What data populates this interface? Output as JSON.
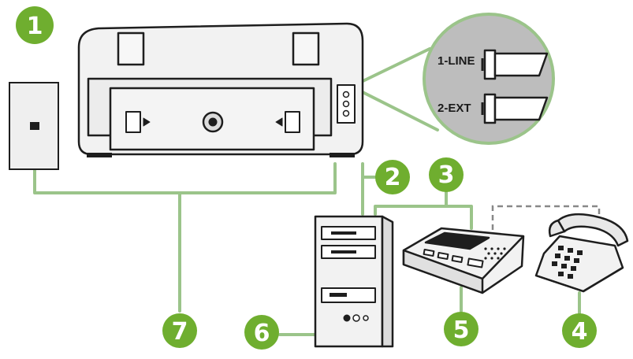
{
  "callouts": [
    {
      "id": "1",
      "label": "1"
    },
    {
      "id": "2",
      "label": "2"
    },
    {
      "id": "3",
      "label": "3"
    },
    {
      "id": "4",
      "label": "4"
    },
    {
      "id": "5",
      "label": "5"
    },
    {
      "id": "6",
      "label": "6"
    },
    {
      "id": "7",
      "label": "7"
    }
  ],
  "ports": {
    "line_label": "1-LINE",
    "ext_label": "2-EXT"
  },
  "colors": {
    "callout_fill": "#6fae2f",
    "cable": "#9bc48a",
    "cable_dark": "#7aa86a",
    "device_outline": "#1e1e1e",
    "device_fill": "#f2f2f2",
    "zoom_fill": "#bdbdbd"
  }
}
